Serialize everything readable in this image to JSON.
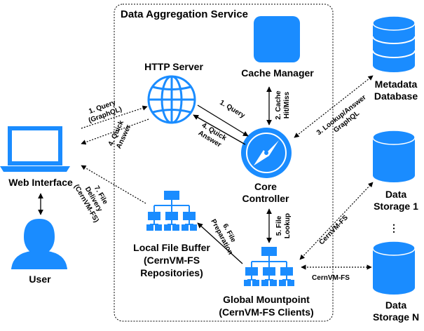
{
  "title": "Data Aggregation Service",
  "colors": {
    "accent": "#1a8cff",
    "line": "#000000"
  },
  "nodes": {
    "http_server": "HTTP Server",
    "cache_manager": "Cache Manager",
    "metadata_db": [
      "Metadata",
      "Database"
    ],
    "web_interface": "Web Interface",
    "core_controller": [
      "Core",
      "Controller"
    ],
    "data_storage_1": [
      "Data",
      "Storage 1"
    ],
    "data_storage_n": [
      "Data",
      "Storage N"
    ],
    "ellipsis": "⋮",
    "local_file_buffer": [
      "Local File Buffer",
      "(CernVM-FS",
      "Repositories)"
    ],
    "global_mountpoint": [
      "Global Mountpoint",
      "(CernVM-FS Clients)"
    ],
    "user": "User"
  },
  "edges": {
    "query_graphql": [
      "1. Query",
      "(GraphQL)"
    ],
    "quick_answer_left": [
      "4. Quick",
      "Answer"
    ],
    "query_core": "1. Query",
    "quick_answer_core": [
      "4. Quick",
      "Answer"
    ],
    "cache_hit_miss": [
      "2. Cache",
      "Hit/Miss"
    ],
    "lookup_answer": [
      "3. Lookup/Answer",
      "GraphQL"
    ],
    "file_delivery": [
      "7. File",
      "Delivery",
      "(CernVM-FS)"
    ],
    "file_preparation": [
      "6. File",
      "Preparation"
    ],
    "file_lookup": [
      "5. File",
      "Lookup"
    ],
    "cernvm_fs_1": "CernVM-FS",
    "cernvm_fs_n": "CernVM-FS"
  },
  "icons": [
    "globe-icon",
    "cache-square-icon",
    "database-icon",
    "laptop-icon",
    "compass-icon",
    "hierarchy-icon",
    "user-icon"
  ]
}
